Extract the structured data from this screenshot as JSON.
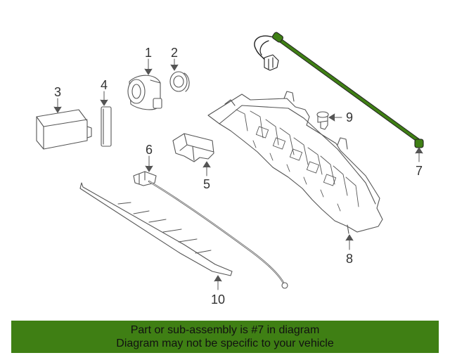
{
  "diagram": {
    "highlight_color": "#3f7f14",
    "line_color": "#555555",
    "callouts": {
      "c1": "1",
      "c2": "2",
      "c3": "3",
      "c4": "4",
      "c5": "5",
      "c6": "6",
      "c7": "7",
      "c8": "8",
      "c9": "9",
      "c10": "10"
    }
  },
  "banner": {
    "line1": "Part or sub-assembly is #7 in diagram",
    "line2": "Diagram may not be specific to your vehicle"
  }
}
